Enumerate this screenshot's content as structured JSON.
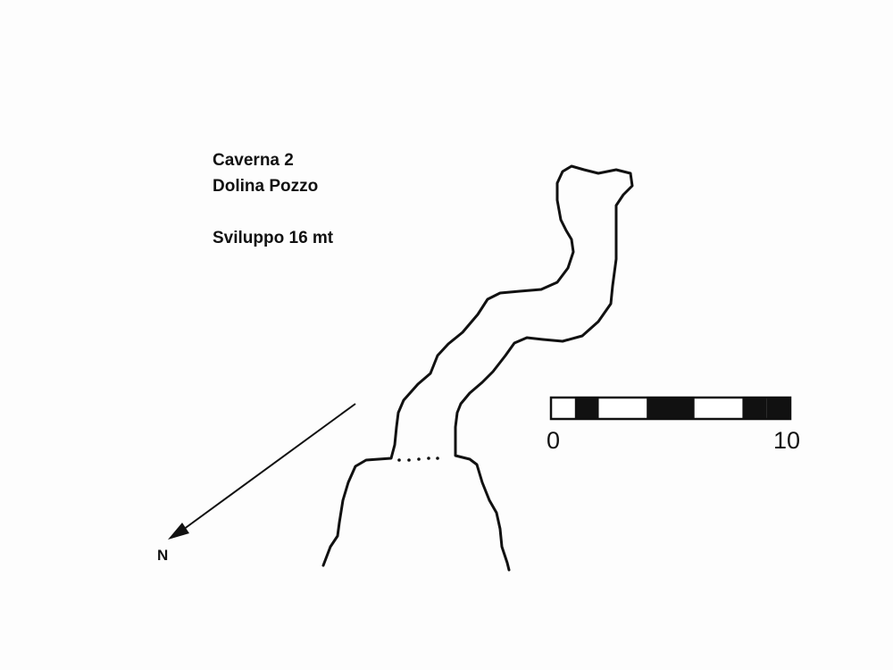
{
  "survey": {
    "cave_name": "Caverna 2",
    "location": "Dolina Pozzo",
    "development": "Sviluppo 16 mt"
  },
  "north_arrow": {
    "label": "N"
  },
  "scale_bar": {
    "start_label": "0",
    "end_label": "10",
    "segments": 10,
    "filled_segments": [
      1,
      4,
      5,
      8,
      9
    ],
    "colors": {
      "fill": "#111111",
      "empty": "#ffffff"
    }
  },
  "colors": {
    "ink": "#111111",
    "paper": "#fdfdfd"
  }
}
